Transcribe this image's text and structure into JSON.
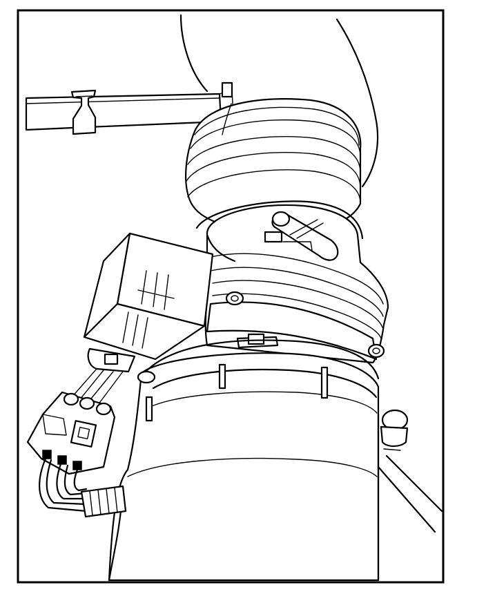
{
  "diagram": {
    "kind": "line-art technical illustration",
    "style": "black line drawing on white",
    "components": [
      "mounting-bracket",
      "intake-hose",
      "duct-tube",
      "mass-airflow-sensor",
      "sensor-module",
      "electrical-connector",
      "wiring-harness",
      "hose-clamp"
    ],
    "colors": {
      "line": "#000000",
      "background": "#ffffff"
    }
  }
}
